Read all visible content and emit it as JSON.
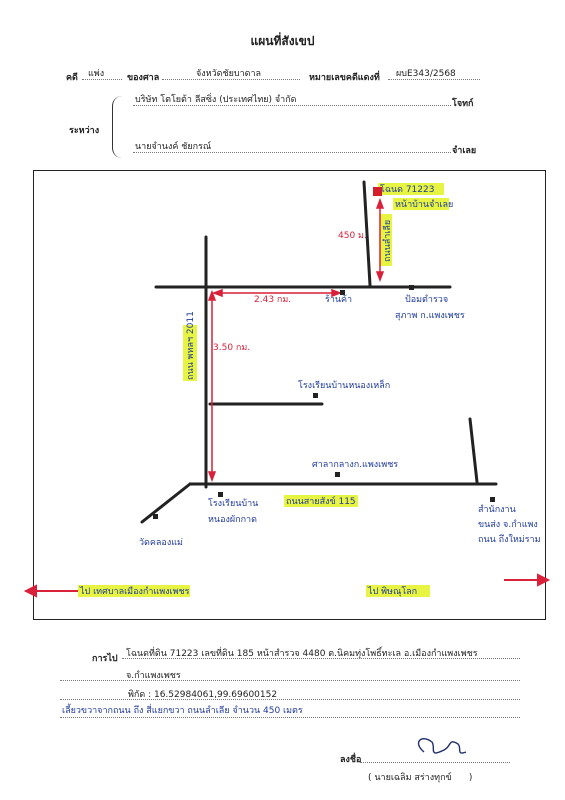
{
  "header": {
    "title": "แผนที่สังเขป",
    "case_label": "คดี",
    "case_value": "แพ่ง",
    "court_label": "ของศาล",
    "court_value": "จังหวัดชัยบาดาล",
    "black_case_label": "หมายเลขคดีแดงที่",
    "black_case_value": "ผบE343/2568",
    "between_label": "ระหว่าง",
    "plaintiff": "บริษัท โตโยต้า ลีสซิ่ง (ประเทศไทย) จำกัด",
    "plaintiff_role": "โจทก์",
    "defendant": "นายจำนงค์ ชัยกรณ์",
    "defendant_role": "จำเลย"
  },
  "map": {
    "target": "โฉนด 71223",
    "target_sub": "หน้าบ้านจำเลย",
    "dist_450": "450 ม.",
    "road_vertical_right": "ถนนลำเลีย",
    "dist_243": "2.43 กม.",
    "place_top_mid": "ร้านค้า",
    "place_top_right_1": "ป้อมตำรวจ",
    "place_top_right_2": "สุภาพ ก.แพงเพชร",
    "dist_350": "3.50 กม.",
    "road_vertical_left": "ถนน พหลฯ 2011",
    "place_middle": "โรงเรียนบ้านหนองเหล็ก",
    "place_lower": "ศาลากลางก.แพงเพชร",
    "road_main": "ถนนสายสังข์ 115",
    "place_bottom_left_1": "โรงเรียนบ้าน",
    "place_bottom_left_2": "หนองผักกาด",
    "place_temple": "วัดคลองแม่",
    "place_right_1": "สำนักงาน",
    "place_right_2": "ขนส่ง จ.กำแพง",
    "place_right_3": "ถนน ถึงใหม่ราม",
    "arrow_left_label": "ไป เทศบาลเมืองกำแพงเพชร",
    "arrow_right_label": "ไป พิษณุโลก"
  },
  "footer": {
    "route_label": "การไป",
    "route_line1": "โฉนดที่ดิน 71223 เลขที่ดิน 185 หน้าสำรวจ 4480 ต.นิคมทุ่งโพธิ์ทะเล อ.เมืองกำแพงเพชร",
    "route_line2": "จ.กำแพงเพชร",
    "coords": "พิกัด : 16.52984061,99.69600152",
    "route_line4": "เลี้ยวขวาจากถนน ถึง สี่แยกขวา ถนนลำเลีย จำนวน 450 เมตร",
    "sign_label": "ลงชื่อ",
    "signer": "นายเฉลิม สร่างทุกข์"
  },
  "colors": {
    "road": "#222222",
    "arrow": "#d9213a",
    "highlight": "#e7f542",
    "pen": "#1f3a9b",
    "target_marker": "#d41f2a"
  }
}
